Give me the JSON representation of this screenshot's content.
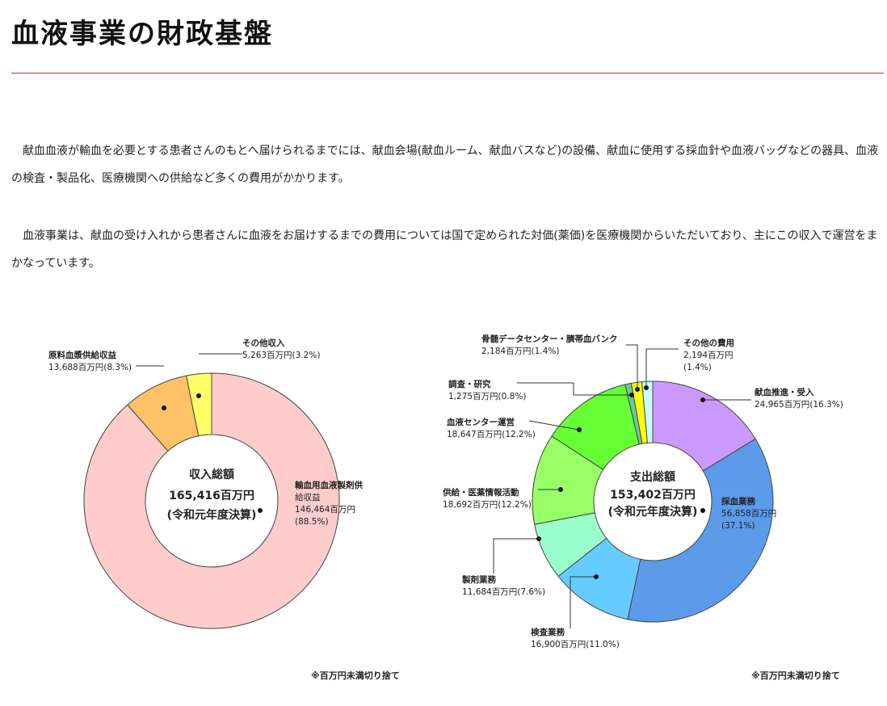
{
  "page": {
    "title": "血液事業の財政基盤",
    "paragraphs": [
      "献血血液が輸血を必要とする患者さんのもとへ届けられるまでには、献血会場(献血ルーム、献血バスなど)の設備、献血に使用する採血針や血液バッグなどの器具、血液の検査・製品化、医療機関への供給など多くの費用がかかります。",
      "血液事業は、献血の受け入れから患者さんに血液をお届けするまでの費用については国で定められた対価(薬価)を医療機関からいただいており、主にこの収入で運営をまかなっています。"
    ]
  },
  "chart_data": [
    {
      "type": "pie",
      "variant": "donut",
      "center_label": [
        "収入総額",
        "165,416百万円",
        "(令和元年度決算)"
      ],
      "note": "※百万円未満切り捨て",
      "slices": [
        {
          "name": "輸血用血液製剤供給収益",
          "label_lines": [
            "輸血用血液製剤供",
            "給収益",
            "146,464百万円",
            "(88.5%)"
          ],
          "value": 146464,
          "percent": 88.5,
          "color": "#ffcccc"
        },
        {
          "name": "原料血漿供給収益",
          "label_lines": [
            "原料血漿供給収益",
            "13,688百万円(8.3%)"
          ],
          "value": 13688,
          "percent": 8.3,
          "color": "#ffc266"
        },
        {
          "name": "その他収入",
          "label_lines": [
            "その他収入",
            "5,263百万円(3.2%)"
          ],
          "value": 5263,
          "percent": 3.2,
          "color": "#ffff66"
        }
      ]
    },
    {
      "type": "pie",
      "variant": "donut",
      "center_label": [
        "支出総額",
        "153,402百万円",
        "(令和元年度決算)"
      ],
      "note": "※百万円未満切り捨て",
      "slices": [
        {
          "name": "献血推進・受入",
          "label_lines": [
            "献血推進・受入",
            "24,965百万円(16.3%)"
          ],
          "value": 24965,
          "percent": 16.3,
          "color": "#cc99ff"
        },
        {
          "name": "採血業務",
          "label_lines": [
            "採血業務",
            "56,858百万円",
            "(37.1%)"
          ],
          "value": 56858,
          "percent": 37.1,
          "color": "#5b9bea"
        },
        {
          "name": "検査業務",
          "label_lines": [
            "検査業務",
            "16,900百万円(11.0%)"
          ],
          "value": 16900,
          "percent": 11.0,
          "color": "#66ccff"
        },
        {
          "name": "製剤業務",
          "label_lines": [
            "製剤業務",
            "11,684百万円(7.6%)"
          ],
          "value": 11684,
          "percent": 7.6,
          "color": "#99ffcc"
        },
        {
          "name": "供給・医薬情報活動",
          "label_lines": [
            "供給・医薬情報活動",
            "18,692百万円(12.2%)"
          ],
          "value": 18692,
          "percent": 12.2,
          "color": "#99ff66"
        },
        {
          "name": "血液センター運営",
          "label_lines": [
            "血液センター運営",
            "18,647百万円(12.2%)"
          ],
          "value": 18647,
          "percent": 12.2,
          "color": "#66ff33"
        },
        {
          "name": "調査・研究",
          "label_lines": [
            "調査・研究",
            "1,275百万円(0.8%)"
          ],
          "value": 1275,
          "percent": 0.8,
          "color": "#66cc99"
        },
        {
          "name": "骨髄データセンター・臍帯血バンク",
          "label_lines": [
            "骨髄データセンター・臍帯血バンク",
            "2,184百万円(1.4%)"
          ],
          "value": 2184,
          "percent": 1.4,
          "color": "#ffff00"
        },
        {
          "name": "その他の費用",
          "label_lines": [
            "その他の費用",
            "2,194百万円",
            "(1.4%)"
          ],
          "value": 2194,
          "percent": 1.4,
          "color": "#ccffff"
        }
      ]
    }
  ]
}
